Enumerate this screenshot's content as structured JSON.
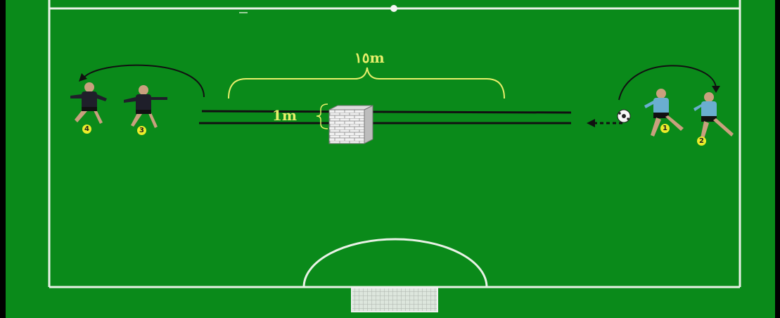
{
  "diagram": {
    "distance_label": "١٥m",
    "height_label": "1m",
    "colors": {
      "pitch": "#0a8a1a",
      "pitch_line": "#e9f2e6",
      "annotation": "#e8ef6b",
      "badge": "#ecec2a",
      "team_left_kit": "#1f1f2a",
      "team_right_kit": "#6aaed0"
    },
    "players_left": [
      {
        "number": "4"
      },
      {
        "number": "3"
      }
    ],
    "players_right": [
      {
        "number": "1"
      },
      {
        "number": "2"
      }
    ],
    "objects": [
      "wall-icon",
      "ball-icon",
      "goal-icon"
    ]
  }
}
